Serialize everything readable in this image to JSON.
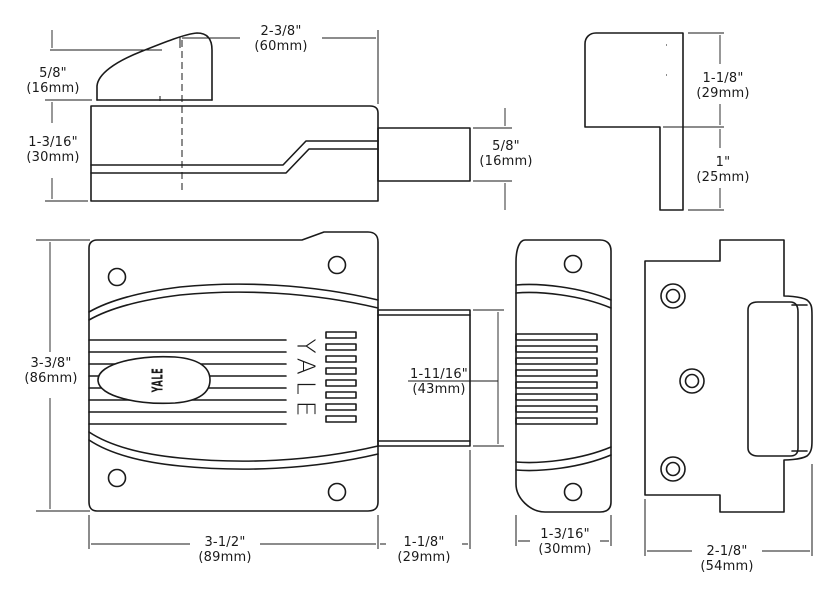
{
  "brand": {
    "logo_text": "YALE"
  },
  "dimensions": {
    "overall_width_top": {
      "fraction": "2-3/8\"",
      "metric": "(60mm)"
    },
    "knob_height": {
      "fraction": "5/8\"",
      "metric": "(16mm)"
    },
    "body_depth": {
      "fraction": "1-3/16\"",
      "metric": "(30mm)"
    },
    "bolt_depth": {
      "fraction": "5/8\"",
      "metric": "(16mm)"
    },
    "keeper_upper": {
      "fraction": "1-1/8\"",
      "metric": "(29mm)"
    },
    "keeper_lower": {
      "fraction": "1\"",
      "metric": "(25mm)"
    },
    "body_height": {
      "fraction": "3-3/8\"",
      "metric": "(86mm)"
    },
    "bolt_width": {
      "fraction": "1-11/16\"",
      "metric": "(43mm)"
    },
    "body_width": {
      "fraction": "3-1/2\"",
      "metric": "(89mm)"
    },
    "bolt_throw": {
      "fraction": "1-1/8\"",
      "metric": "(29mm)"
    },
    "side_width": {
      "fraction": "1-3/16\"",
      "metric": "(30mm)"
    },
    "strike_width": {
      "fraction": "2-1/8\"",
      "metric": "(54mm)"
    }
  }
}
